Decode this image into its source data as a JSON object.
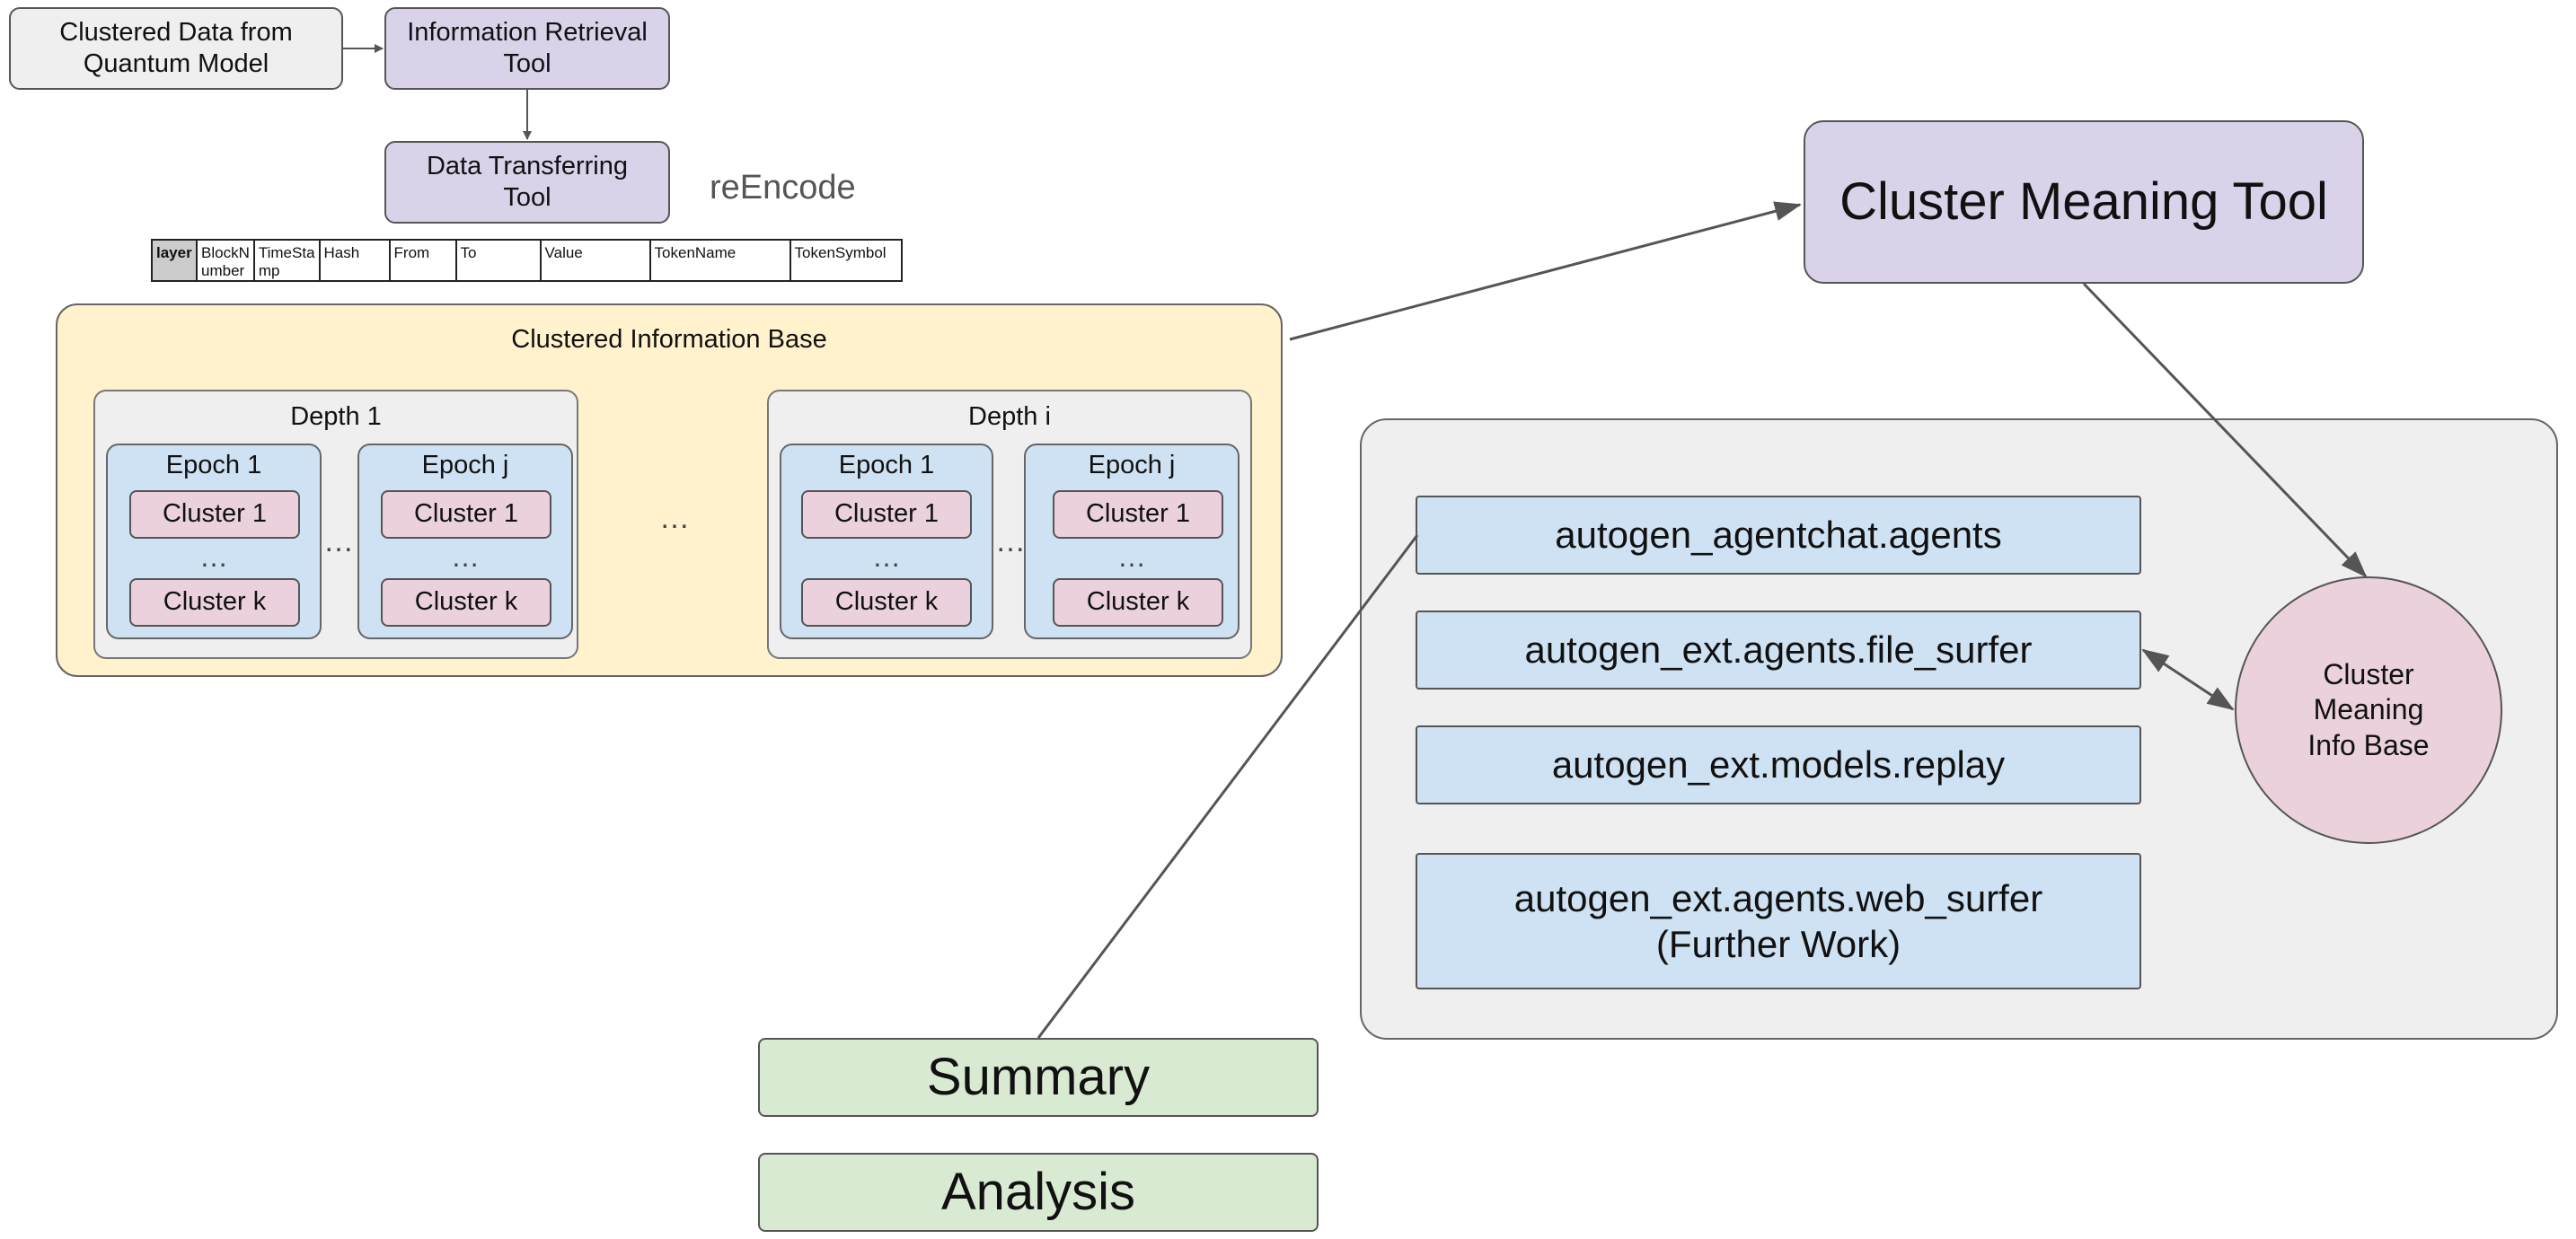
{
  "top_flow": {
    "source": "Clustered Data from\nQuantum Model",
    "retrieval_tool": "Information Retrieval\nTool",
    "transfer_tool": "Data Transferring\nTool",
    "reencode": "reEncode"
  },
  "schema_table": {
    "columns": [
      "layer",
      "BlockN umber",
      "TimeSta mp",
      "Hash",
      "From",
      "To",
      "Value",
      "TokenName",
      "TokenSymbol"
    ]
  },
  "info_base": {
    "title": "Clustered Information Base",
    "between_depths": "…",
    "depths": [
      {
        "title": "Depth 1",
        "between_epochs": "…",
        "epochs": [
          {
            "title": "Epoch 1",
            "first_cluster": "Cluster 1",
            "ellipsis": "…",
            "last_cluster": "Cluster k"
          },
          {
            "title": "Epoch j",
            "first_cluster": "Cluster 1",
            "ellipsis": "…",
            "last_cluster": "Cluster k"
          }
        ]
      },
      {
        "title": "Depth i",
        "between_epochs": "…",
        "epochs": [
          {
            "title": "Epoch 1",
            "first_cluster": "Cluster 1",
            "ellipsis": "…",
            "last_cluster": "Cluster k"
          },
          {
            "title": "Epoch j",
            "first_cluster": "Cluster 1",
            "ellipsis": "…",
            "last_cluster": "Cluster k"
          }
        ]
      }
    ]
  },
  "meaning_tool": "Cluster Meaning Tool",
  "modules": [
    "autogen_agentchat.agents",
    "autogen_ext.agents.file_surfer",
    "autogen_ext.models.replay",
    "autogen_ext.agents.web_surfer\n(Further Work)"
  ],
  "meaning_base": "Cluster\nMeaning\nInfo Base",
  "outputs": {
    "summary": "Summary",
    "analysis": "Analysis"
  },
  "colors": {
    "grey_box": "#efefef",
    "tool_purple": "#d9d2e9",
    "module_blue": "#cfe2f3",
    "cluster_pink": "#ead1dc",
    "output_green": "#d9ead3",
    "info_base_yellow": "#fff2cc",
    "arrow": "#555555"
  }
}
